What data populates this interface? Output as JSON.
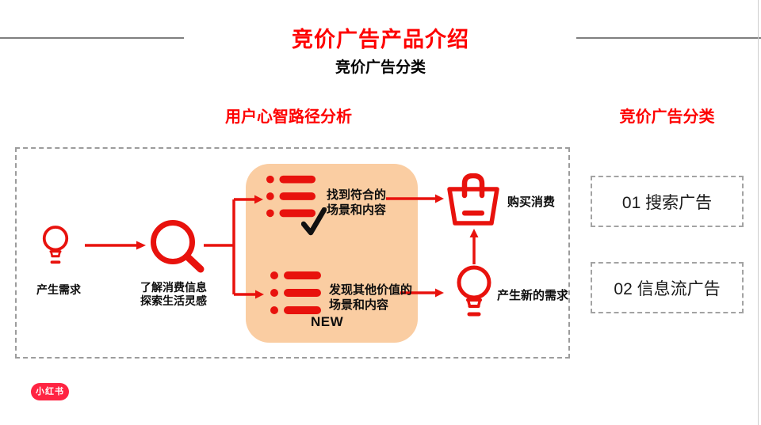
{
  "slide": {
    "title": "竞价广告产品介绍",
    "subtitle": "竞价广告分类"
  },
  "mind_path": {
    "heading": "用户心智路径分析",
    "steps": {
      "need": "产生需求",
      "explore_line1": "了解消费信息",
      "explore_line2": "探索生活灵感"
    },
    "content_panel": {
      "matched_line1": "找到符合的",
      "matched_line2": "场景和内容",
      "discover_line1": "发现其他价值的",
      "discover_line2": "场景和内容",
      "new_badge": "NEW"
    },
    "outcomes": {
      "purchase": "购买消费",
      "new_need": "产生新的需求"
    }
  },
  "ad_types": {
    "heading": "竞价广告分类",
    "items": [
      {
        "label": "01 搜索广告"
      },
      {
        "label": "02 信息流广告"
      }
    ]
  },
  "footer": {
    "logo": "小红书"
  },
  "colors": {
    "heading_red": "#fe0000",
    "icon_red": "#e8120d",
    "panel_orange": "#facda2",
    "logo_red": "#ff2442",
    "rule_gray": "#7f7f7f",
    "dashed_gray": "#9c9c9c"
  },
  "icons": {
    "lightbulb": "lightbulb-icon",
    "search": "search-icon",
    "content_list": "content-list-icon",
    "checkmark": "checkmark-icon",
    "shopping_bag": "shopping-bag-icon"
  }
}
